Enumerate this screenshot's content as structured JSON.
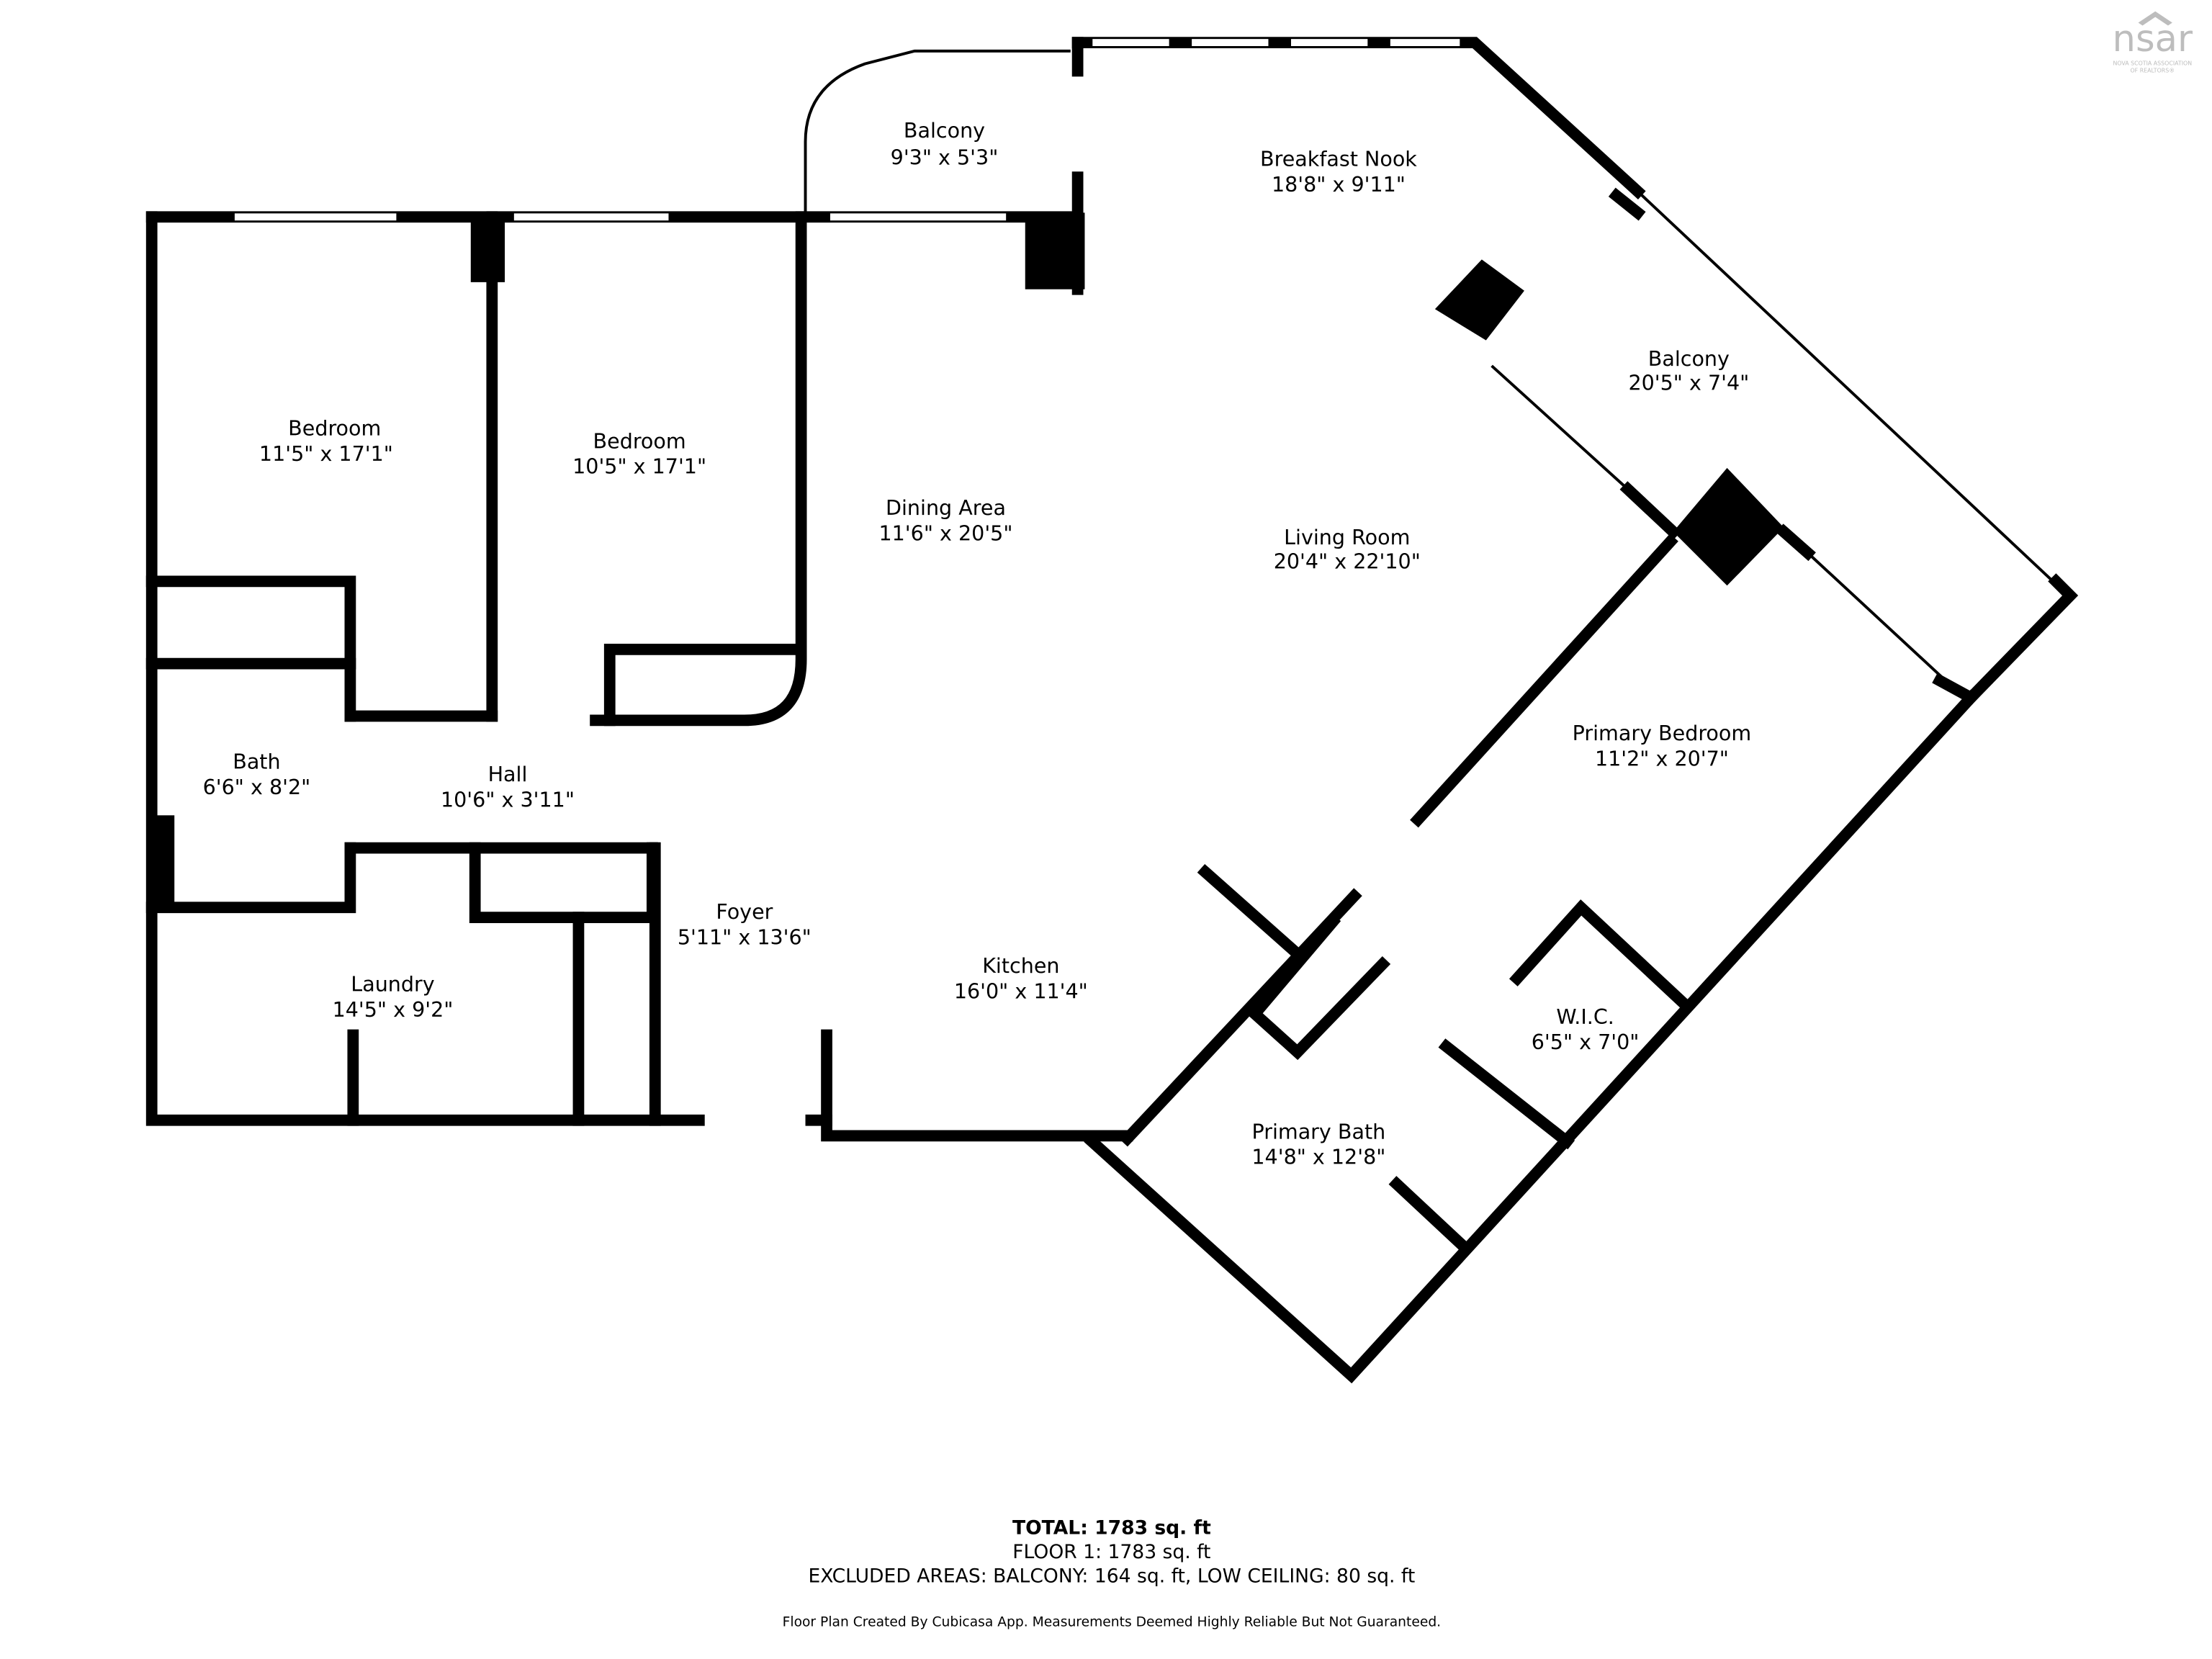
{
  "logo": {
    "text": "nsar",
    "subtitle_line1": "NOVA SCOTIA ASSOCIATION",
    "subtitle_line2": "OF REALTORS®",
    "color": "#bdbdbd"
  },
  "rooms": [
    {
      "name": "Balcony",
      "dims": "9'3\" x 5'3\""
    },
    {
      "name": "Breakfast Nook",
      "dims": "18'8\" x 9'11\""
    },
    {
      "name": "Balcony",
      "dims": "20'5\" x 7'4\""
    },
    {
      "name": "Bedroom",
      "dims": "11'5\" x 17'1\""
    },
    {
      "name": "Bedroom",
      "dims": "10'5\" x 17'1\""
    },
    {
      "name": "Dining Area",
      "dims": "11'6\" x 20'5\""
    },
    {
      "name": "Living Room",
      "dims": "20'4\" x 22'10\""
    },
    {
      "name": "Primary Bedroom",
      "dims": "11'2\" x 20'7\""
    },
    {
      "name": "Bath",
      "dims": "6'6\" x 8'2\""
    },
    {
      "name": "Hall",
      "dims": "10'6\" x 3'11\""
    },
    {
      "name": "Foyer",
      "dims": "5'11\" x 13'6\""
    },
    {
      "name": "Kitchen",
      "dims": "16'0\" x 11'4\""
    },
    {
      "name": "Laundry",
      "dims": "14'5\" x 9'2\""
    },
    {
      "name": "W.I.C.",
      "dims": "6'5\" x 7'0\""
    },
    {
      "name": "Primary Bath",
      "dims": "14'8\" x 12'8\""
    }
  ],
  "summary": {
    "total": "TOTAL: 1783 sq. ft",
    "floor1": "FLOOR 1: 1783 sq. ft",
    "excluded": "EXCLUDED AREAS: BALCONY: 164 sq. ft, LOW CEILING: 80 sq. ft",
    "disclaimer": "Floor Plan Created By Cubicasa App. Measurements Deemed Highly Reliable But Not Guaranteed."
  }
}
